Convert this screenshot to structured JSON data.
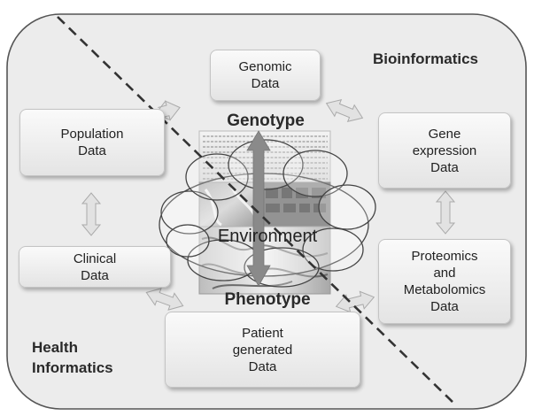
{
  "regions": {
    "bioinformatics": "Bioinformatics",
    "health_informatics_line1": "Health",
    "health_informatics_line2": "Informatics"
  },
  "boxes": {
    "genomic": "Genomic\nData",
    "population": "Population\nData",
    "gene_expression": "Gene\nexpression\nData",
    "clinical": "Clinical\nData",
    "proteomics": "Proteomics\nand\nMetabolomics\nData",
    "patient": "Patient\ngenerated\nData"
  },
  "center": {
    "genotype": "Genotype",
    "phenotype": "Phenotype",
    "environment": "Environment"
  },
  "colors": {
    "frame_fill": "#ececec",
    "frame_stroke": "#555555",
    "arrow_fill": "#e2e2e2",
    "central_arrow": "#8a8a8a"
  }
}
